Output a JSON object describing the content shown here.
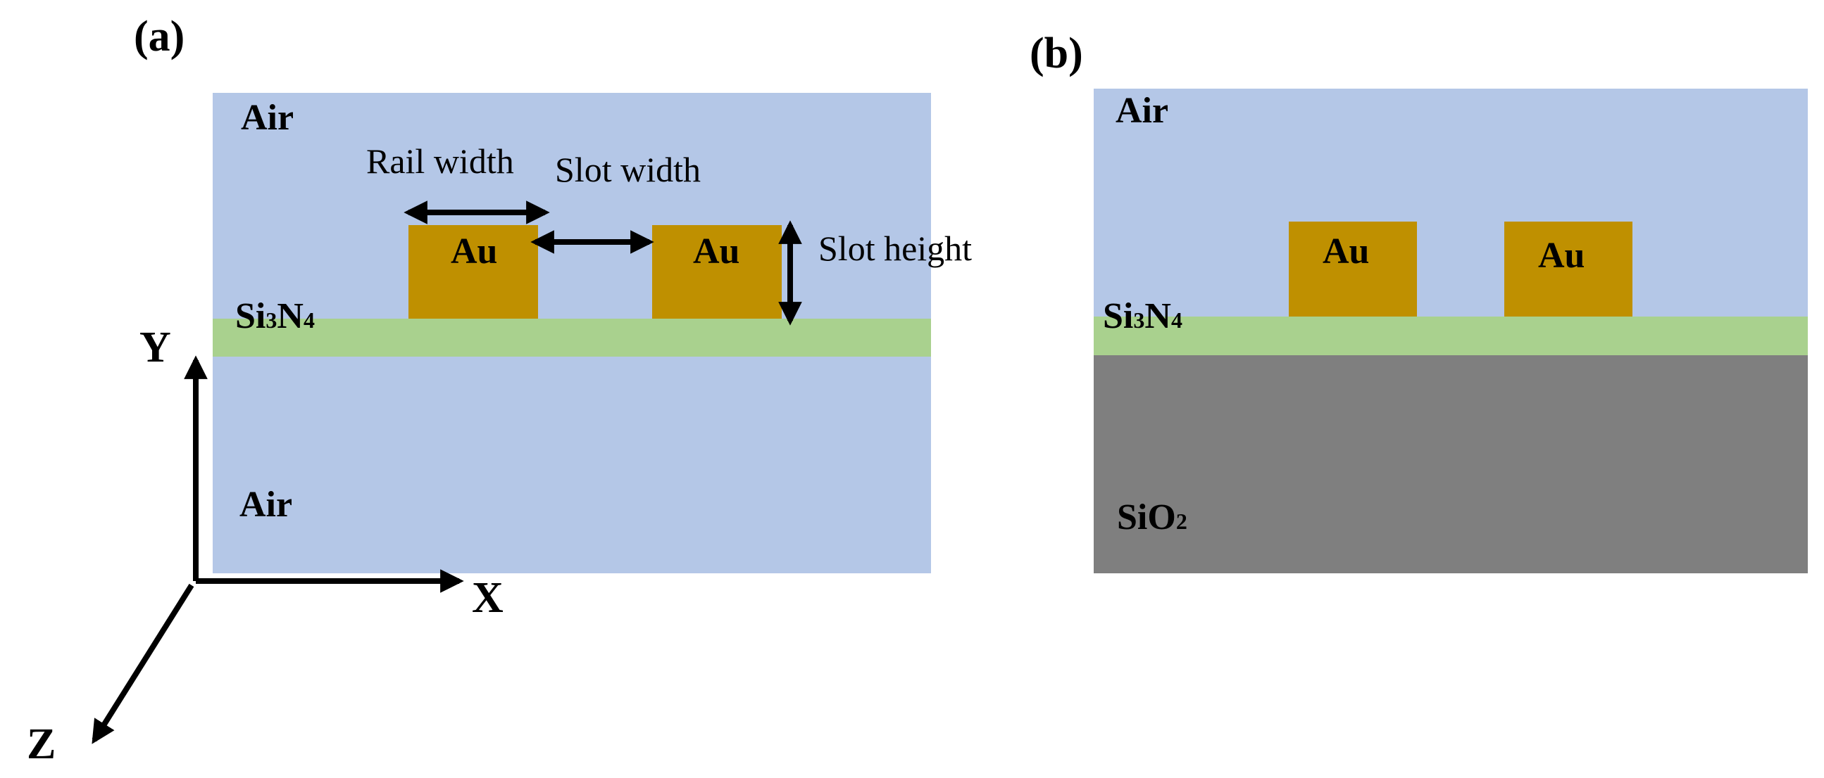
{
  "panels": [
    {
      "id": "a",
      "label": "(a)",
      "regions": {
        "top": "Air",
        "film": "Si",
        "film_sub1": "3",
        "film_mid": "N",
        "film_sub2": "4",
        "bottom": "Air"
      },
      "rails": [
        "Au",
        "Au"
      ],
      "annotations": {
        "rail_width": "Rail width",
        "slot_width": "Slot width",
        "slot_height": "Slot height"
      },
      "axes": {
        "x": "X",
        "y": "Y",
        "z": "Z"
      }
    },
    {
      "id": "b",
      "label": "(b)",
      "regions": {
        "top": "Air",
        "film": "Si",
        "film_sub1": "3",
        "film_mid": "N",
        "film_sub2": "4",
        "substrate": "SiO",
        "substrate_sub": "2"
      },
      "rails": [
        "Au",
        "Au"
      ]
    }
  ],
  "colors": {
    "air": "#b4c7e7",
    "si3n4": "#a9d18e",
    "au": "#bf9000",
    "sio2": "#7f7f7f",
    "ink": "#000000"
  }
}
